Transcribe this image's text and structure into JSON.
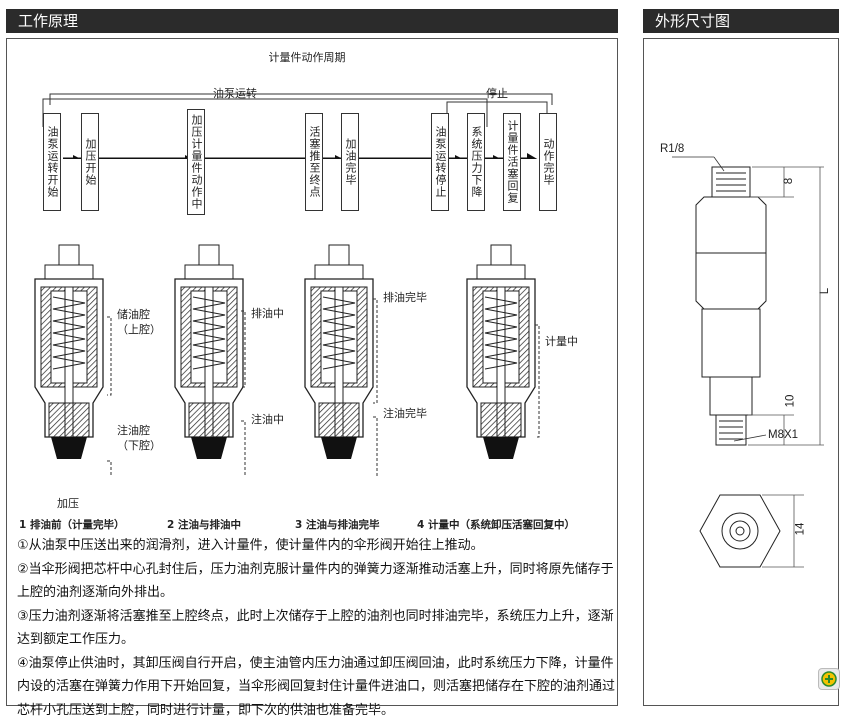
{
  "headers": {
    "left_title": "工作原理",
    "right_title": "外形尺寸图"
  },
  "timeline": {
    "cycle_label": "计量件动作周期",
    "pump_running_label": "油泵运转",
    "stop_label": "停止"
  },
  "steps": [
    "油泵运转开始",
    "加压开始",
    "加压计量件动作中",
    "活塞推至终点",
    "加油完毕",
    "油泵运转停止",
    "系统压力下降",
    "计量件活塞回复",
    "动作完毕"
  ],
  "annotations": {
    "upper_chamber": "储油腔\n（上腔）",
    "lower_chamber": "注油腔\n（下腔）",
    "pressurize": "加压",
    "discharging": "排油中",
    "injecting": "注油中",
    "discharge_done": "排油完毕",
    "inject_done": "注油完毕",
    "metering": "计量中"
  },
  "captions": [
    "1 排油前（计量完毕）",
    "2 注油与排油中",
    "3 注油与排油完毕",
    "4 计量中（系统卸压活塞回复中）"
  ],
  "description": [
    "①从油泵中压送出来的润滑剂，进入计量件，使计量件内的伞形阀开始往上推动。",
    "②当伞形阀把芯杆中心孔封住后，压力油剂克服计量件内的弹簧力逐渐推动活塞上升，同时将原先储存于上腔的油剂逐渐向外排出。",
    "③压力油剂逐渐将活塞推至上腔终点，此时上次储存于上腔的油剂也同时排油完毕，系统压力上升，逐渐达到额定工作压力。",
    "④油泵停止供油时，其卸压阀自行开启，使主油管内压力油通过卸压阀回油，此时系统压力下降，计量件内设的活塞在弹簧力作用下开始回复，当伞形阀回复封住计量件进油口，则活塞把储存在下腔的油剂通过芯杆小孔压送到上腔，同时进行计量，即下次的供油也准备完毕。"
  ],
  "dimensions": {
    "thread_top": "R1/8",
    "dim_8": "8",
    "dim_L": "L",
    "dim_10": "10",
    "thread_bottom": "M8X1",
    "dim_14": "14"
  },
  "colors": {
    "header_bg": "#2b2b2b",
    "header_text": "#ffffff",
    "line": "#333333"
  }
}
